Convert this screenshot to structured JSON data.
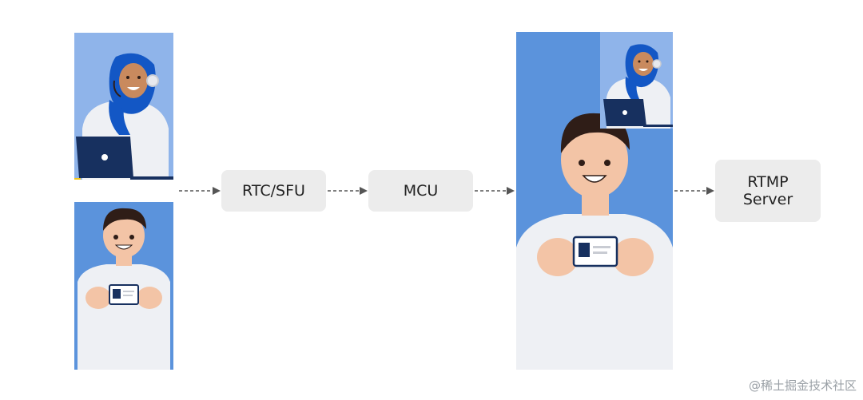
{
  "nodes": {
    "rtc_sfu": "RTC/SFU",
    "mcu": "MCU",
    "rtmp_server": "RTMP\nServer"
  },
  "watermark": "@稀土掘金技术社区",
  "colors": {
    "blue_bg": "#5b93dc",
    "light_blue_bg": "#8fb4ea",
    "node_bg": "#ececec",
    "hijab_blue": "#1357c5",
    "laptop_navy": "#17305f",
    "skin": "#f3c4a6",
    "hair": "#2f1d17",
    "shirt": "#eef0f4"
  },
  "icons": [
    "woman-with-headset-icon",
    "man-with-id-card-icon",
    "dashed-arrow-icon"
  ]
}
